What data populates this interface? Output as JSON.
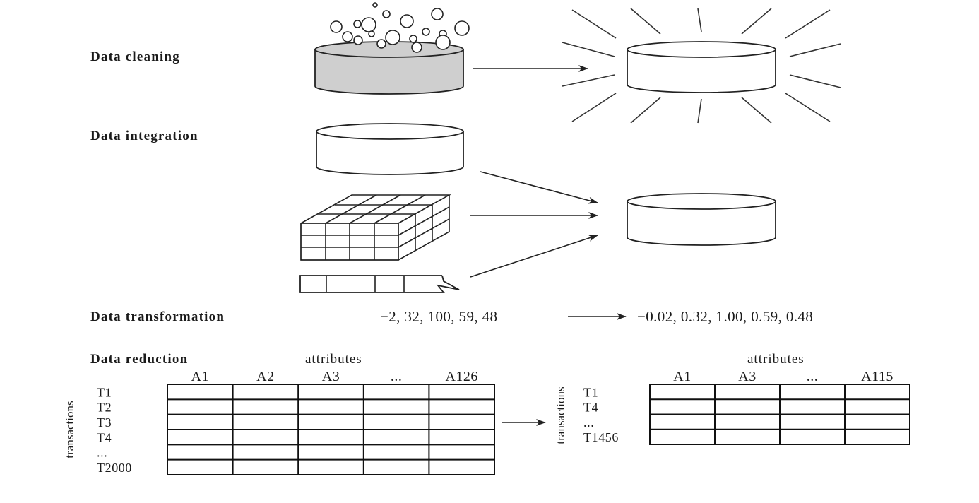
{
  "sections": {
    "cleaning": "Data cleaning",
    "integration": "Data integration",
    "transformation": "Data transformation",
    "reduction": "Data reduction"
  },
  "transformation": {
    "input": "−2, 32, 100, 59, 48",
    "output": "−0.02, 0.32, 1.00, 0.59, 0.48"
  },
  "reduction": {
    "before": {
      "attributes_label": "attributes",
      "transactions_label": "transactions",
      "columns": [
        "A1",
        "A2",
        "A3",
        "...",
        "A126"
      ],
      "rows": [
        "T1",
        "T2",
        "T3",
        "T4",
        "...",
        "T2000"
      ]
    },
    "after": {
      "attributes_label": "attributes",
      "transactions_label": "transactions",
      "columns": [
        "A1",
        "A3",
        "...",
        "A115"
      ],
      "rows": [
        "T1",
        "T4",
        "...",
        "T1456"
      ]
    }
  },
  "colors": {
    "ink": "#222222",
    "dirty_fill": "#cfcfcf",
    "background": "#ffffff"
  }
}
